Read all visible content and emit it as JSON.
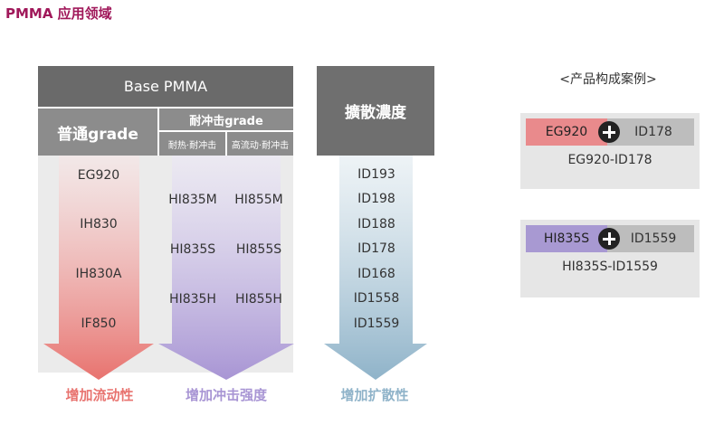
{
  "page_title": "PMMA 应用领域",
  "base_table": {
    "header": "Base PMMA",
    "col1_header": "普通grade",
    "col2_header": "耐冲击grade",
    "col2_sub_a": "耐热·耐冲击",
    "col2_sub_b": "高流动·耐冲击",
    "col1_items": [
      "EG920",
      "IH830",
      "IH830A",
      "IF850"
    ],
    "col2a_items": [
      "HI835M",
      "HI835S",
      "HI835H"
    ],
    "col2b_items": [
      "HI855M",
      "HI855S",
      "HI855H"
    ]
  },
  "diffusion": {
    "header": "擴散濃度",
    "items": [
      "ID193",
      "ID198",
      "ID188",
      "ID178",
      "ID168",
      "ID1558",
      "ID1559"
    ]
  },
  "footers": {
    "flow": "增加流动性",
    "impact": "增加冲击强度",
    "diffusion": "增加扩散性"
  },
  "cases": {
    "title": "<产品构成案例>",
    "case1": {
      "left": "EG920",
      "right": "ID178",
      "name": "EG920-ID178"
    },
    "case2": {
      "left": "HI835S",
      "right": "ID1559",
      "name": "HI835S-ID1559"
    }
  },
  "colors": {
    "title": "#a0185a",
    "flow_red": "#e8736f",
    "impact_purple": "#a895d4",
    "diffusion_blue": "#8fb3c9",
    "header_dark": "#6a6a6a",
    "header_mid": "#8c8c8c",
    "case1_pink": "#e98a8c",
    "case2_purple": "#a899d2"
  },
  "icons": [
    "plus-circle-icon",
    "down-arrow-gradient"
  ]
}
